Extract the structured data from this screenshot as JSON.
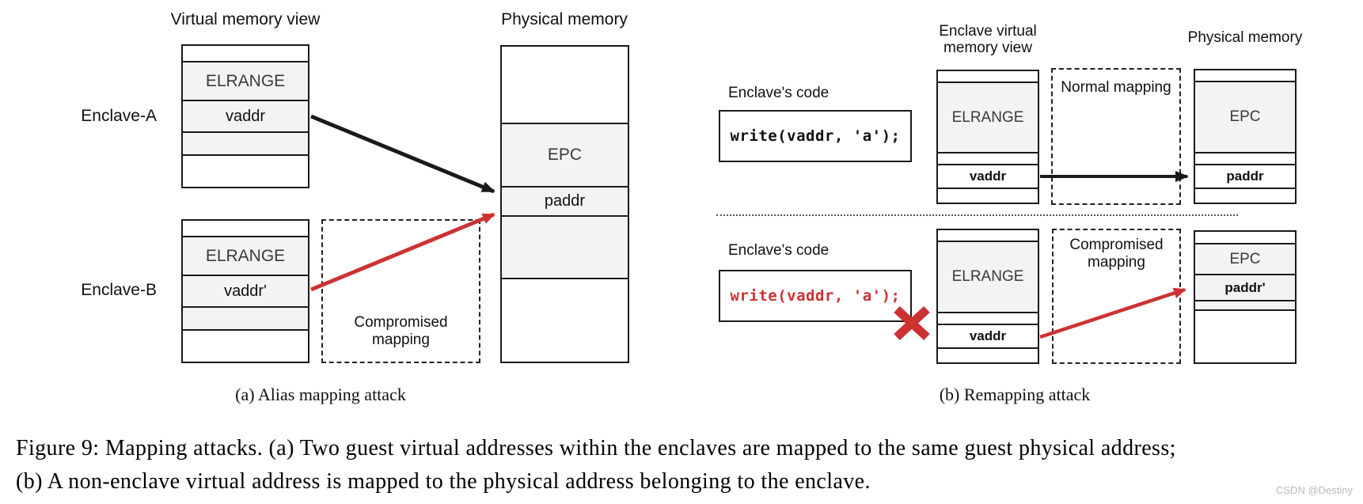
{
  "figure": {
    "panel_a": {
      "virtual_title": "Virtual memory view",
      "physical_title": "Physical memory",
      "enclave_a": "Enclave-A",
      "enclave_b": "Enclave-B",
      "box_a": {
        "elrange": "ELRANGE",
        "vaddr": "vaddr"
      },
      "box_b": {
        "elrange": "ELRANGE",
        "vaddr": "vaddr'"
      },
      "physical_box": {
        "epc": "EPC",
        "paddr": "paddr"
      },
      "compromised_label": "Compromised mapping",
      "caption": "(a) Alias mapping attack"
    },
    "panel_b": {
      "top": {
        "code_label": "Enclave's code",
        "code": "write(vaddr, 'a');",
        "memory_title": "Enclave virtual memory view",
        "mapping_label": "Normal mapping",
        "physical_title": "Physical memory",
        "elrange": "ELRANGE",
        "vaddr": "vaddr",
        "epc": "EPC",
        "paddr": "paddr"
      },
      "bottom": {
        "code_label": "Enclave's code",
        "code": "write(vaddr, 'a');",
        "mapping_label": "Compromised mapping",
        "elrange": "ELRANGE",
        "vaddr": "vaddr",
        "epc": "EPC",
        "paddr": "paddr'"
      },
      "caption": "(b) Remapping attack"
    },
    "caption_line1": "Figure 9: Mapping attacks. (a) Two guest virtual addresses within the enclaves are mapped to the same guest physical address;",
    "caption_line2": "(b) A non-enclave virtual address is mapped to the physical address belonging to the enclave.",
    "watermark": "CSDN @Destiny"
  },
  "colors": {
    "line_black": "#1a1a1a",
    "accent_red": "#cc3232",
    "row_gray": "#f3f3f3"
  }
}
